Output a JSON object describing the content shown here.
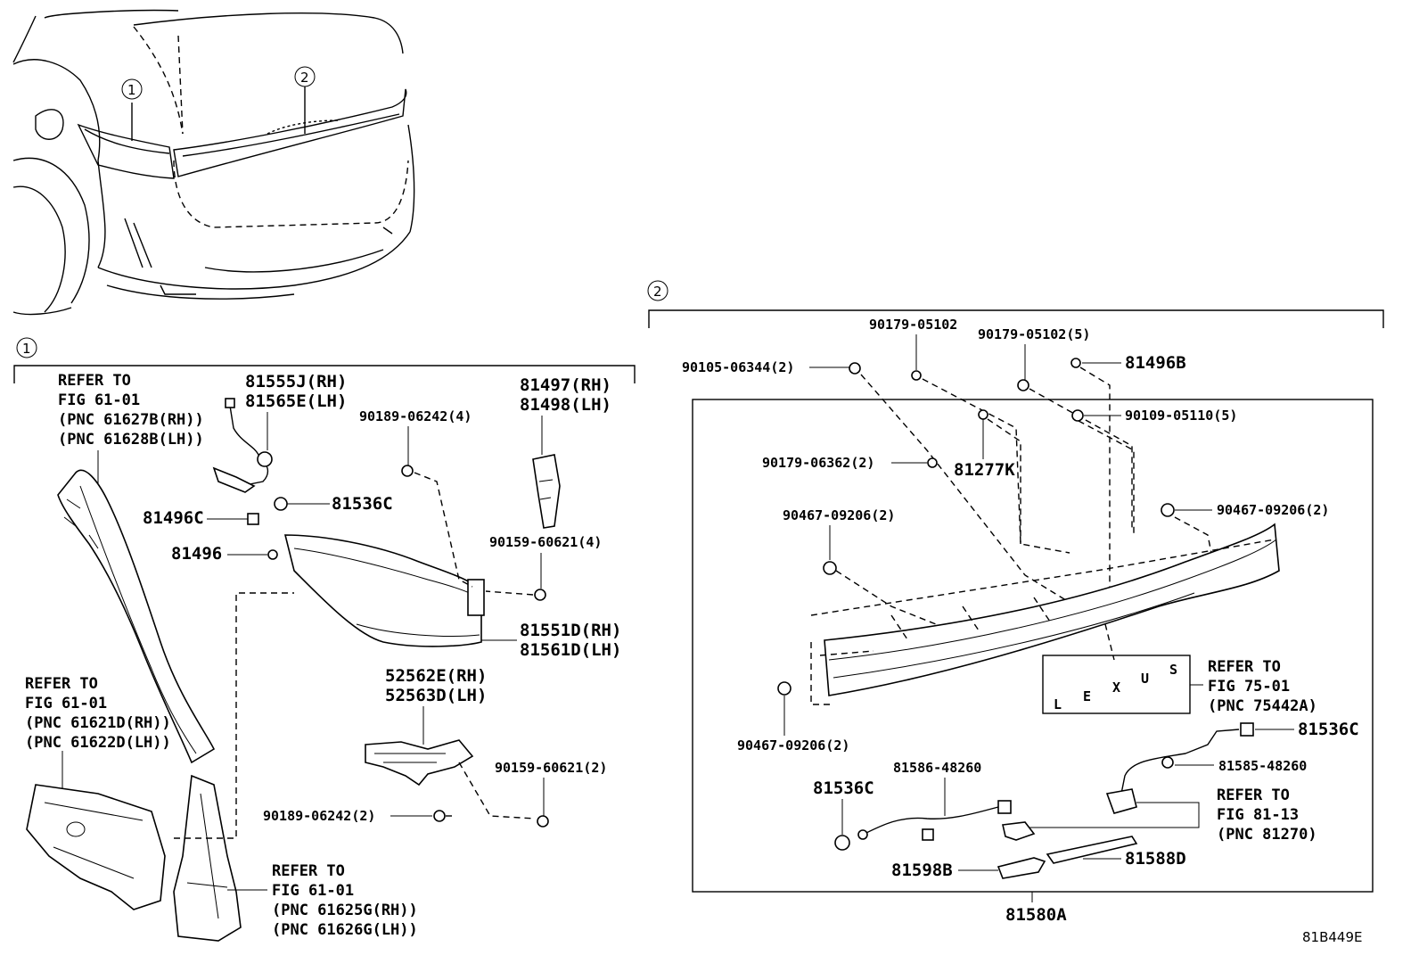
{
  "markers": {
    "one": "1",
    "two": "2"
  },
  "section1": {
    "refer_a": [
      "REFER TO",
      "FIG 61-01",
      "(PNC 61627B(RH))",
      "(PNC 61628B(LH))"
    ],
    "refer_b": [
      "REFER TO",
      "FIG 61-01",
      "(PNC 61621D(RH))",
      "(PNC 61622D(LH))"
    ],
    "refer_c": [
      "REFER TO",
      "FIG 61-01",
      "(PNC 61625G(RH))",
      "(PNC 61626G(LH))"
    ],
    "socket_rh": "81555J(RH)",
    "socket_lh": "81565E(LH)",
    "p81536C": "81536C",
    "p81496C": "81496C",
    "p81496": "81496",
    "screw_90189_4": "90189-06242(4)",
    "bracket_rh": "81497(RH)",
    "bracket_lh": "81498(LH)",
    "screw_90159_4": "90159-60621(4)",
    "lamp_rh": "81551D(RH)",
    "lamp_lh": "81561D(LH)",
    "retainer_rh": "52562E(RH)",
    "retainer_lh": "52563D(LH)",
    "screw_90159_2": "90159-60621(2)",
    "screw_90189_2": "90189-06242(2)"
  },
  "section2": {
    "screw_90179_05102": "90179-05102",
    "screw_90179_05102_5": "90179-05102(5)",
    "p81496B": "81496B",
    "screw_90105": "90105-06344(2)",
    "nut_90109": "90109-05110(5)",
    "screw_90179_06362": "90179-06362(2)",
    "p81277K": "81277K",
    "clip_90467_left": "90467-09206(2)",
    "clip_90467_right": "90467-09206(2)",
    "clip_90467_bottom": "90467-09206(2)",
    "refer_lexus": [
      "REFER TO",
      "FIG 75-01",
      "(PNC 75442A)"
    ],
    "emblem_letters": [
      "L",
      "E",
      "X",
      "U",
      "S"
    ],
    "p81536C_right": "81536C",
    "wire_81585": "81585-48260",
    "wire_81586": "81586-48260",
    "p81536C_left": "81536C",
    "refer_81": [
      "REFER TO",
      "FIG 81-13",
      "(PNC 81270)"
    ],
    "p81598B": "81598B",
    "p81588D": "81588D",
    "assembly": "81580A"
  },
  "diagram_code": "81B449E"
}
